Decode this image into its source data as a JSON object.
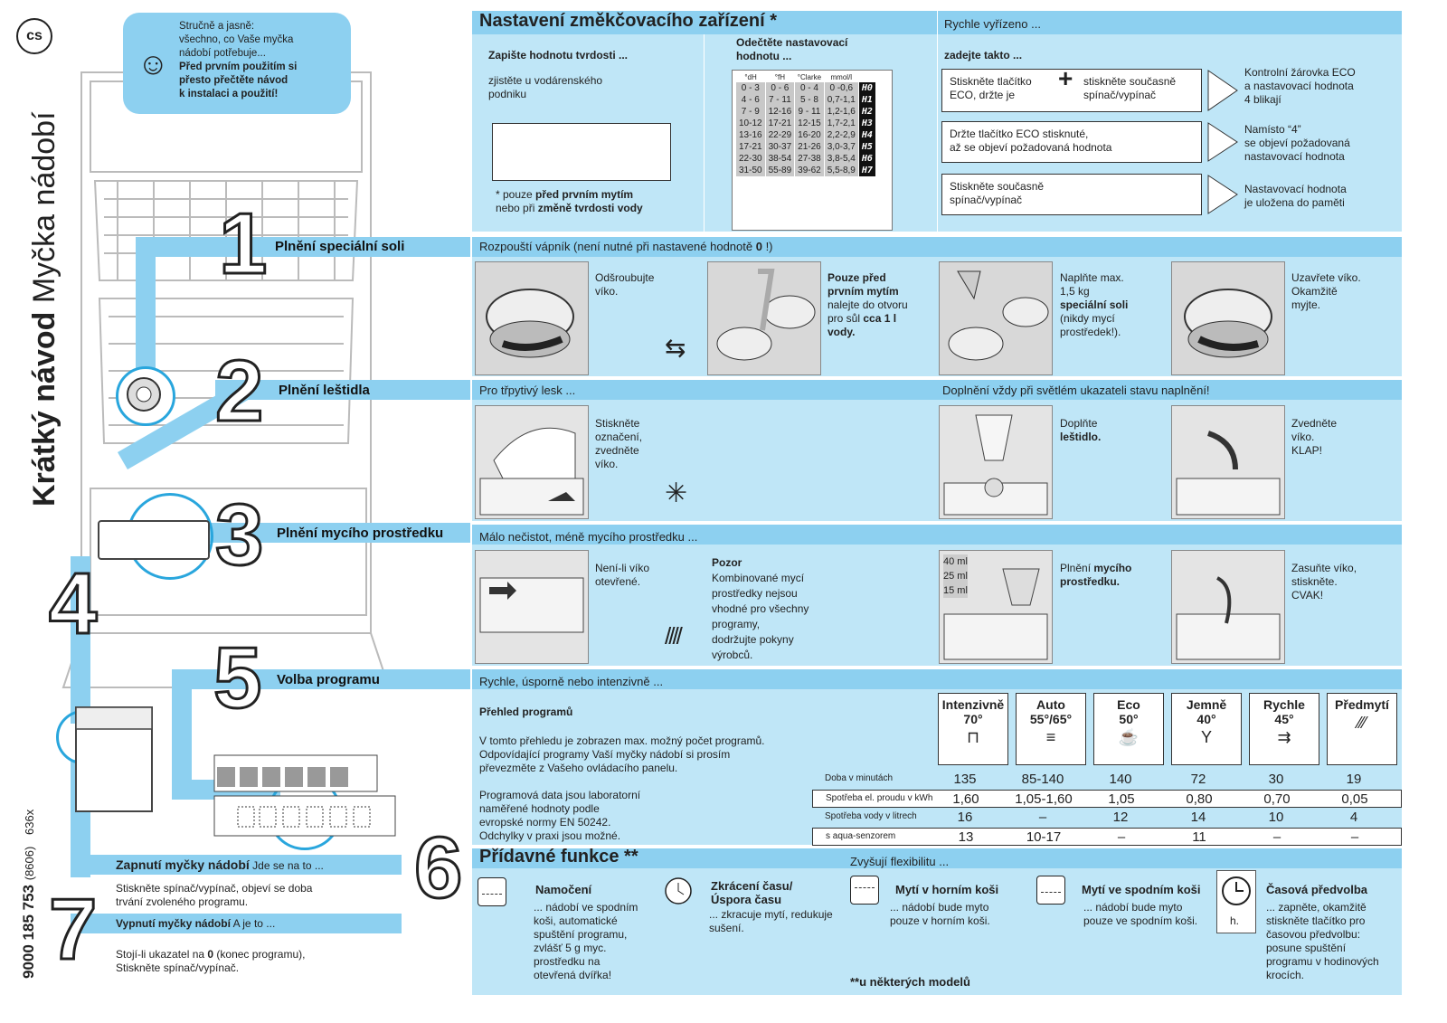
{
  "lang_badge": "cs",
  "vertical_title_bold": "Krátký návod",
  "vertical_title_light": " Myčka nádobí",
  "doc_number": "9000 185 753",
  "doc_code": "(8606)",
  "doc_model": "636x",
  "bubble": {
    "line1": "Stručně a jasně:",
    "line2": "všechno, co Vaše myčka",
    "line3": "nádobí potřebuje...",
    "bold1": "Před prvním použitím si",
    "bold2": "přesto přečtěte návod",
    "bold3": "k instalaci a použití!"
  },
  "softener": {
    "title": "Nastavení změkčovacího zařízení *",
    "quick": "Rychle vyřízeno ...",
    "col1_head": "Zapište hodnotu tvrdosti ...",
    "col1_text1": "zjistěte u vodárenského",
    "col1_text2": "podniku",
    "footnote1": "* pouze ",
    "footnote1b": "před prvním mytím",
    "footnote2": "nebo při ",
    "footnote2b": "změně tvrdosti vody",
    "col2_head1": "Odečtěte nastavovací",
    "col2_head2": "hodnotu ...",
    "col3_head": "zadejte takto ...",
    "table_headers": [
      "°dH",
      "°fH",
      "°Clarke",
      "mmol/l"
    ],
    "table_rows": [
      [
        "0 - 3",
        "0 - 6",
        "0 - 4",
        "0 -0,6",
        "H0"
      ],
      [
        "4 - 6",
        "7 - 11",
        "5 - 8",
        "0,7-1,1",
        "H1"
      ],
      [
        "7 - 9",
        "12-16",
        "9 - 11",
        "1,2-1,6",
        "H2"
      ],
      [
        "10-12",
        "17-21",
        "12-15",
        "1,7-2,1",
        "H3"
      ],
      [
        "13-16",
        "22-29",
        "16-20",
        "2,2-2,9",
        "H4"
      ],
      [
        "17-21",
        "30-37",
        "21-26",
        "3,0-3,7",
        "H5"
      ],
      [
        "22-30",
        "38-54",
        "27-38",
        "3,8-5,4",
        "H6"
      ],
      [
        "31-50",
        "55-89",
        "39-62",
        "5,5-8,9",
        "H7"
      ]
    ],
    "step1_a1": "Stiskněte tlačítko",
    "step1_a2": "ECO, držte je",
    "step1_b1": "stiskněte současně",
    "step1_b2": "spínač/vypínač",
    "step1_r1": "Kontrolní žárovka ECO",
    "step1_r2": "a nastavovací hodnota",
    "step1_r3": "4 blikají",
    "step2_a1": "Držte tlačítko ECO stisknuté,",
    "step2_a2": "až se objeví požadovaná hodnota",
    "step2_r1": "Namísto “4”",
    "step2_r2": "se objeví požadovaná",
    "step2_r3": "nastavovací hodnota",
    "step3_a1": "Stiskněte současně",
    "step3_a2": "spínač/vypínač",
    "step3_r1": "Nastavovací hodnota",
    "step3_r2": "je uložena do paměti"
  },
  "salt": {
    "head": "Plnění speciální soli",
    "sub": "Rozpouští vápník (není nutné při nastavené hodnotě ",
    "sub_bold": "0",
    "sub_end": " !)",
    "p1a": "Odšroubujte",
    "p1b": "víko.",
    "p2a": "Pouze před",
    "p2b": "prvním mytím",
    "p2c": "nalejte do otvoru",
    "p2d": "pro sůl ",
    "p2d_b": "cca 1 l",
    "p2e": "vody.",
    "p3a": "Naplňte max.",
    "p3b": "1,5 kg",
    "p3c": "speciální soli",
    "p3d": "(nikdy mycí",
    "p3e": "prostředek!).",
    "p4a": "Uzavřete víko.",
    "p4b": "Okamžitě",
    "p4c": "myjte."
  },
  "rinse": {
    "head": "Plnění leštidla",
    "sub1": "Pro třpytivý lesk ...",
    "sub2": "Doplnění vždy při světlém ukazateli stavu naplnění!",
    "p1": [
      "Stiskněte",
      "označení,",
      "zvedněte",
      "víko."
    ],
    "p3a": "Doplňte",
    "p3b": "leštidlo.",
    "p4": [
      "Zvedněte",
      "víko.",
      "KLAP!"
    ]
  },
  "detergent": {
    "head": "Plnění mycího prostředku",
    "sub": "Málo nečistot, méně mycího prostředku ...",
    "p1": [
      "Není-li víko",
      "otevřené."
    ],
    "warn_head": "Pozor",
    "warn": [
      "Kombinované mycí",
      "prostředky nejsou",
      "vhodné pro všechny",
      "programy,",
      "dodržujte pokyny",
      "výrobců."
    ],
    "measures": [
      "40 ml",
      "25 ml",
      "15 ml"
    ],
    "p3a": "Plnění ",
    "p3b": "mycího",
    "p3c": "prostředku.",
    "p4": [
      "Zasuňte víko,",
      "stiskněte.",
      "CVAK!"
    ]
  },
  "program": {
    "head": "Volba programu",
    "sub": "Rychle, úsporně nebo intenzivně ...",
    "overview_head": "Přehled programů",
    "overview_text": [
      "V tomto přehledu je zobrazen max. možný počet programů.",
      "Odpovídající programy Vaší myčky nádobí si prosím",
      "převezměte z Vašeho ovládacího panelu."
    ],
    "lab_text": [
      "Programová data jsou laboratorní",
      "naměřené hodnoty podle",
      "evropské normy EN 50242.",
      "Odchylky v praxi jsou možné."
    ],
    "programs": [
      {
        "name": "Intenzivně",
        "temp": "70°",
        "icon": "pot-icon"
      },
      {
        "name": "Auto",
        "temp": "55°/65°",
        "icon": "plates-icon"
      },
      {
        "name": "Eco",
        "temp": "50°",
        "icon": "cup-plate-icon"
      },
      {
        "name": "Jemně",
        "temp": "40°",
        "icon": "glass-icon"
      },
      {
        "name": "Rychle",
        "temp": "45°",
        "icon": "quick-icon"
      },
      {
        "name": "Předmytí",
        "temp": "",
        "icon": "spray-icon"
      }
    ],
    "rows": [
      {
        "label": "Doba v minutách",
        "values": [
          "135",
          "85-140",
          "140",
          "72",
          "30",
          "19"
        ]
      },
      {
        "label": "Spotřeba el. proudu v kWh",
        "values": [
          "1,60",
          "1,05-1,60",
          "1,05",
          "0,80",
          "0,70",
          "0,05"
        ]
      },
      {
        "label": "Spotřeba vody v litrech",
        "values": [
          "16",
          "–",
          "12",
          "14",
          "10",
          "4"
        ]
      },
      {
        "label": "s aqua-senzorem",
        "values": [
          "13",
          "10-17",
          "–",
          "11",
          "–",
          "–"
        ]
      }
    ]
  },
  "extra": {
    "head": "Přídavné funkce **",
    "sub": "Zvyšují flexibilitu ...",
    "note": "**u některých modelů",
    "items": [
      {
        "title": "Namočení",
        "text": [
          "... nádobí ve spodním",
          "koši, automatické",
          "spuštění programu,",
          "zvlášť 5 g myc.",
          "prostředku na",
          "otevřená dvířka!"
        ]
      },
      {
        "title": "Zkrácení času/",
        "title2": "Úspora času",
        "text": [
          "... zkracuje mytí, redukuje",
          "sušení."
        ]
      },
      {
        "title": "Mytí v horním koši",
        "text": [
          "... nádobí bude myto",
          "pouze v horním koši."
        ]
      },
      {
        "title": "Mytí ve spodním koši",
        "text": [
          "... nádobí bude myto",
          "pouze ve spodním koši."
        ]
      },
      {
        "title": "Časová předvolba",
        "text": [
          "... zapněte, okamžitě",
          "stiskněte tlačítko pro",
          "časovou předvolbu:",
          "posune spuštění",
          "programu v hodinových",
          "krocích."
        ],
        "icon_label": "h."
      }
    ]
  },
  "onoff": {
    "on_head": "Zapnutí myčky nádobí",
    "on_tail": " Jde se na to ...",
    "on_text": [
      "Stiskněte spínač/vypínač, objeví se doba",
      "trvání zvoleného programu."
    ],
    "off_head": "Vypnutí myčky nádobí",
    "off_tail": " A je to ...",
    "off_text1": "Stojí-li ukazatel na ",
    "off_text1b": "0",
    "off_text1c": " (konec programu),",
    "off_text2": "Stiskněte spínač/vypínač."
  },
  "digits": [
    "1",
    "2",
    "3",
    "4",
    "5",
    "6",
    "7"
  ]
}
